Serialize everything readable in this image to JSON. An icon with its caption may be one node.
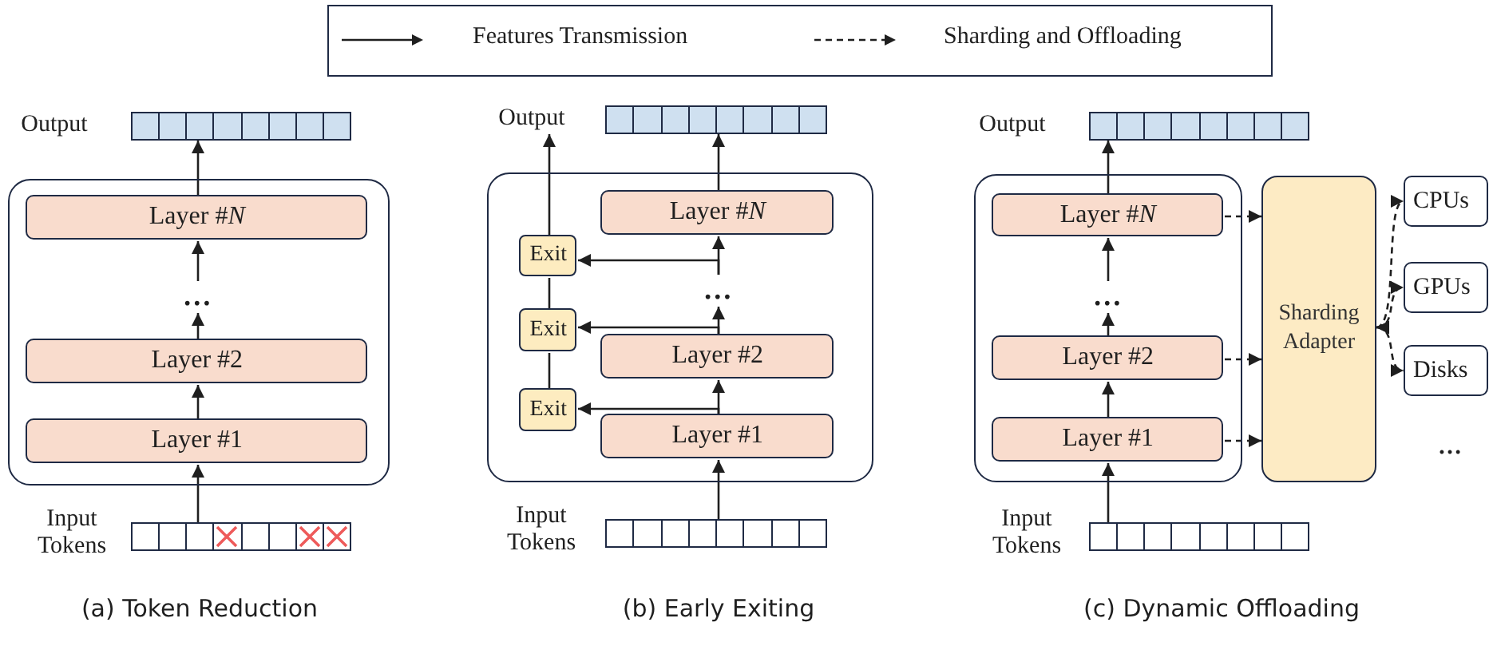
{
  "diagram": {
    "nodes": [
      {
        "text": [],
        "shape": "box"
      },
      {
        "text": [
          "Layer #*N*"
        ],
        "in": 0
      },
      {
        "text": [
          "…"
        ],
        "in": 0
      },
      {
        "text": [
          "Layer #2"
        ],
        "in": 0
      },
      {
        "text": [
          "Layer #1"
        ],
        "in": 0
      },
      {
        "text": [],
        "shape": "bar",
        "beside": [
          "Output"
        ]
      },
      {
        "text": [],
        "shape": "bar",
        "beside": [
          "Input Tokens"
        ]
      },
      {
        "text": [],
        "shape": "box"
      },
      {
        "text": [
          "Layer #*N*"
        ],
        "in": 7
      },
      {
        "text": [
          "…"
        ],
        "in": 7
      },
      {
        "text": [
          "Exit"
        ],
        "in": 7
      },
      {
        "text": [
          "Exit"
        ],
        "in": 7
      },
      {
        "text": [
          "Layer #2"
        ],
        "in": 7
      },
      {
        "text": [
          "Exit"
        ],
        "in": 7
      },
      {
        "text": [
          "Layer #1"
        ],
        "in": 7
      },
      {
        "text": [],
        "shape": "bar",
        "beside": [
          "Output"
        ]
      },
      {
        "text": [],
        "shape": "bar",
        "beside": [
          "Input Tokens"
        ]
      },
      {
        "text": [],
        "shape": "box"
      },
      {
        "text": [
          "Layer #*N*"
        ],
        "in": 17
      },
      {
        "text": [
          "…"
        ],
        "in": 17
      },
      {
        "text": [
          "Layer #2"
        ],
        "in": 17
      },
      {
        "text": [
          "Layer #1"
        ],
        "in": 17
      },
      {
        "text": [
          "Sharding Adapter"
        ]
      },
      {
        "text": [
          "CPUs"
        ]
      },
      {
        "text": [
          "GPUs"
        ]
      },
      {
        "text": [
          "Disks"
        ]
      },
      {
        "text": [],
        "shape": "bar",
        "beside": [
          "Output"
        ]
      },
      {
        "text": [],
        "shape": "bar",
        "beside": [
          "Input Tokens"
        ]
      }
    ],
    "edges": [
      {
        "from": 6,
        "to": 4,
        "arrow": "to"
      },
      {
        "from": 4,
        "to": 3,
        "arrow": "to"
      },
      {
        "from": 3,
        "to": 2,
        "arrow": "to"
      },
      {
        "from": 2,
        "to": 1,
        "arrow": "to"
      },
      {
        "from": 1,
        "to": 5,
        "arrow": "to"
      },
      {
        "from": 16,
        "to": 14,
        "arrow": "to"
      },
      {
        "from": 14,
        "to": 12,
        "arrow": "to"
      },
      {
        "from": 12,
        "to": 9,
        "arrow": "to"
      },
      {
        "from": 9,
        "to": 8,
        "arrow": "to"
      },
      {
        "from": 8,
        "to": 15,
        "arrow": "to"
      },
      {
        "from": 14,
        "to": 13,
        "arrow": "to"
      },
      {
        "from": 12,
        "to": 11,
        "arrow": "to"
      },
      {
        "from": 9,
        "to": 10,
        "arrow": "to"
      },
      {
        "from": 13,
        "to": 11,
        "arrow": "none"
      },
      {
        "from": 11,
        "to": 10,
        "arrow": "none"
      },
      {
        "from": 10,
        "to": 15,
        "arrow": "to"
      },
      {
        "from": 27,
        "to": 21,
        "arrow": "to"
      },
      {
        "from": 21,
        "to": 20,
        "arrow": "to"
      },
      {
        "from": 20,
        "to": 19,
        "arrow": "to"
      },
      {
        "from": 19,
        "to": 18,
        "arrow": "to"
      },
      {
        "from": 18,
        "to": 26,
        "arrow": "to"
      },
      {
        "from": 18,
        "to": 22,
        "arrow": "to",
        "style": "dashed"
      },
      {
        "from": 20,
        "to": 22,
        "arrow": "to",
        "style": "dashed"
      },
      {
        "from": 21,
        "to": 22,
        "arrow": "to",
        "style": "dashed"
      },
      {
        "from": 22,
        "to": 23,
        "arrow": "both",
        "style": "dashed"
      },
      {
        "from": 22,
        "to": 24,
        "arrow": "both",
        "style": "dashed"
      },
      {
        "from": 22,
        "to": 25,
        "arrow": "both",
        "style": "dashed"
      }
    ],
    "labels": [
      "…",
      "(a) Token Reduction",
      "(b) Early Exiting",
      "(c) Dynamic Offloading"
    ],
    "legend": [
      {
        "text": "Features Transmission"
      },
      {
        "text": "Sharding and Offloading"
      }
    ]
  }
}
